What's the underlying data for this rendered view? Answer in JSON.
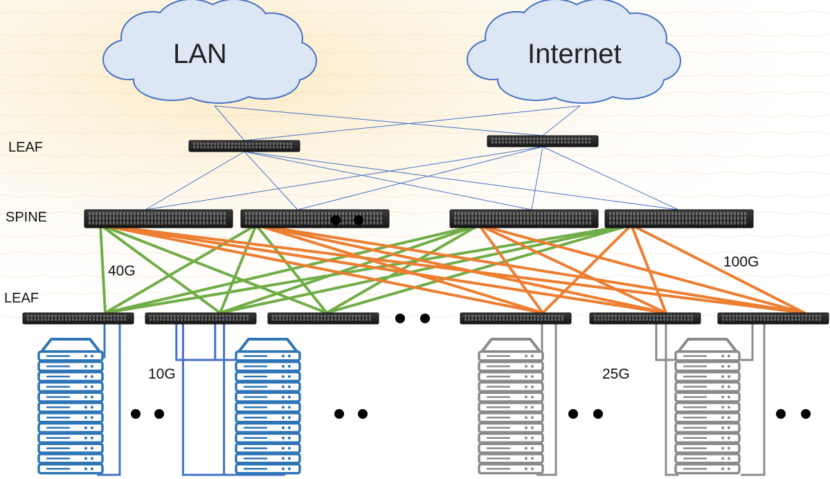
{
  "clouds": [
    {
      "label": "LAN",
      "fill": "#dce6f4",
      "stroke": "#4472c4"
    },
    {
      "label": "Internet",
      "fill": "#dce6f4",
      "stroke": "#4472c4"
    }
  ],
  "tiers": {
    "top": "LEAF",
    "middle": "SPINE",
    "bottom": "LEAF"
  },
  "speeds": {
    "spine_leaf_green": "40G",
    "spine_leaf_orange": "100G",
    "server_blue": "10G",
    "server_gray": "25G"
  },
  "colors": {
    "green_link": "#70ad47",
    "orange_link": "#ed7d31",
    "blue_link": "#4472c4",
    "gray_link": "#8c8c8c",
    "blue_server": "#2e75b6",
    "gray_server": "#8a8a8a",
    "switch": "#2b2b2b",
    "background_glow": "#f6d48a"
  },
  "icons": {
    "cloud": "cloud-icon",
    "switch": "network-switch-icon",
    "server": "server-rack-icon",
    "ellipsis": "ellipsis-dots-icon"
  }
}
